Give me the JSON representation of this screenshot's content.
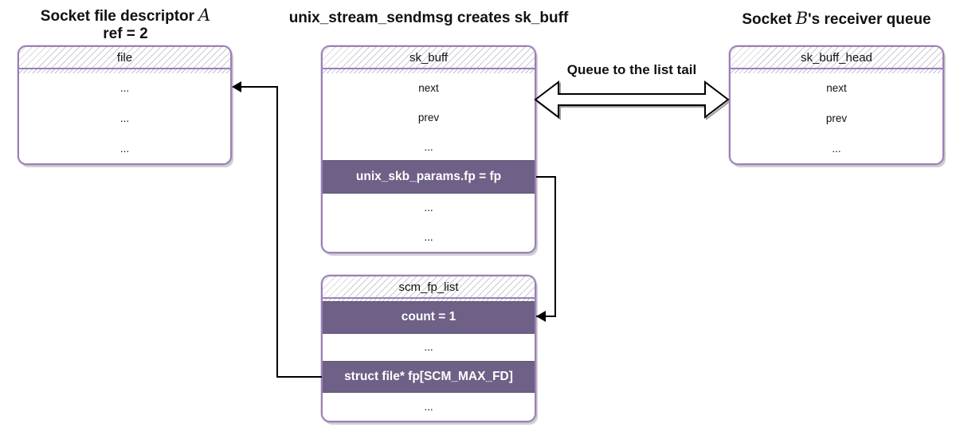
{
  "colors": {
    "box_border": "#9b80b6",
    "row_highlight_fill": "#6e6086",
    "row_highlight_text": "#ffffff",
    "connector_line": "#000000"
  },
  "titles": {
    "left": {
      "line1_text": "Socket file descriptor",
      "line1_math": "A",
      "line2": "ref = 2"
    },
    "middle": "unix_stream_sendmsg creates sk_buff",
    "right": {
      "prefix": "Socket",
      "math": "B",
      "suffix": "'s receiver queue"
    }
  },
  "arrow_label": "Queue to the list tail",
  "boxes": {
    "file": {
      "header": "file",
      "rows": [
        "...",
        "...",
        "..."
      ]
    },
    "sk_buff": {
      "header": "sk_buff",
      "rows": [
        "next",
        "prev",
        "...",
        "unix_skb_params.fp = fp",
        "...",
        "..."
      ]
    },
    "scm_fp_list": {
      "header": "scm_fp_list",
      "rows": [
        "count = 1",
        "...",
        "struct file* fp[SCM_MAX_FD]",
        "..."
      ]
    },
    "sk_buff_head": {
      "header": "sk_buff_head",
      "rows": [
        "next",
        "prev",
        "..."
      ]
    }
  }
}
